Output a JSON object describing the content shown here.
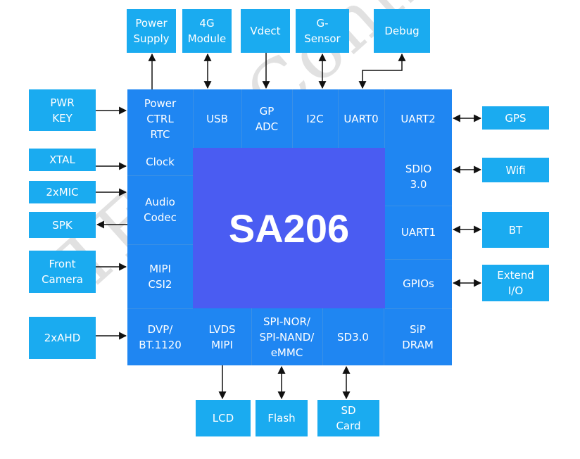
{
  "watermark": "TECH Confidential",
  "chip": {
    "title": "SA206",
    "top": [
      {
        "id": "power_ctrl",
        "label": "Power\nCTRL\nRTC"
      },
      {
        "id": "usb",
        "label": "USB"
      },
      {
        "id": "gp_adc",
        "label": "GP\nADC"
      },
      {
        "id": "i2c",
        "label": "I2C"
      },
      {
        "id": "uart0",
        "label": "UART0"
      },
      {
        "id": "uart2",
        "label": "UART2"
      }
    ],
    "left": [
      {
        "id": "clock",
        "label": "Clock"
      },
      {
        "id": "audio",
        "label": "Audio\nCodec"
      },
      {
        "id": "mipi_csi",
        "label": "MIPI\nCSI2"
      },
      {
        "id": "dvp",
        "label": "DVP/\nBT.1120"
      }
    ],
    "right": [
      {
        "id": "sdio",
        "label": "SDIO\n3.0"
      },
      {
        "id": "uart1",
        "label": "UART1"
      },
      {
        "id": "gpios",
        "label": "GPIOs"
      }
    ],
    "bottom": [
      {
        "id": "lvds",
        "label": "LVDS\nMIPI"
      },
      {
        "id": "spi",
        "label": "SPI-NOR/\nSPI-NAND/\neMMC"
      },
      {
        "id": "sd30",
        "label": "SD3.0"
      },
      {
        "id": "sip",
        "label": "SiP\nDRAM"
      }
    ]
  },
  "peripherals": [
    {
      "id": "power_supply",
      "label": "Power\nSupply"
    },
    {
      "id": "module_4g",
      "label": "4G\nModule"
    },
    {
      "id": "vdect",
      "label": "Vdect"
    },
    {
      "id": "gsensor",
      "label": "G-\nSensor"
    },
    {
      "id": "debug",
      "label": "Debug"
    },
    {
      "id": "pwr_key",
      "label": "PWR\nKEY"
    },
    {
      "id": "xtal",
      "label": "XTAL"
    },
    {
      "id": "mic",
      "label": "2xMIC"
    },
    {
      "id": "spk",
      "label": "SPK"
    },
    {
      "id": "front_camera",
      "label": "Front\nCamera"
    },
    {
      "id": "ahd",
      "label": "2xAHD"
    },
    {
      "id": "gps",
      "label": "GPS"
    },
    {
      "id": "wifi",
      "label": "Wifi"
    },
    {
      "id": "bt",
      "label": "BT"
    },
    {
      "id": "extend_io",
      "label": "Extend\nI/O"
    },
    {
      "id": "lcd",
      "label": "LCD"
    },
    {
      "id": "flash",
      "label": "Flash"
    },
    {
      "id": "sd_card",
      "label": "SD\nCard"
    }
  ],
  "colors": {
    "peripheral": "#1aabf0",
    "chip": "#1f86f2",
    "core": "#4a5cf2",
    "divider": "#3a90e6",
    "arrow": "#111111"
  }
}
